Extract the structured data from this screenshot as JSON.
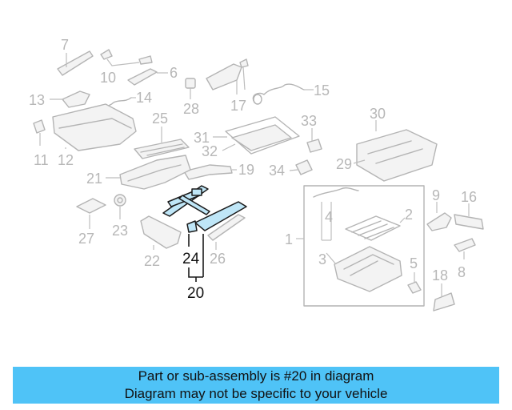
{
  "diagram": {
    "labels": {
      "p7": "7",
      "p10": "10",
      "p6": "6",
      "p28": "28",
      "p17": "17",
      "p15": "15",
      "p13": "13",
      "p14": "14",
      "p11": "11",
      "p12": "12",
      "p25": "25",
      "p31": "31",
      "p32": "32",
      "p33": "33",
      "p34": "34",
      "p30": "30",
      "p29": "29",
      "p19": "19",
      "p21": "21",
      "p27": "27",
      "p23": "23",
      "p22": "22",
      "p24": "24",
      "p20": "20",
      "p26": "26",
      "p1": "1",
      "p4": "4",
      "p2": "2",
      "p3": "3",
      "p5": "5",
      "p9": "9",
      "p16": "16",
      "p8": "8",
      "p18": "18"
    },
    "highlight_color": "#bfe6f7"
  },
  "caption": {
    "line1": "Part or sub-assembly is #20 in diagram",
    "line2": "Diagram may not be specific to your vehicle",
    "background": "#4fc3f7"
  }
}
